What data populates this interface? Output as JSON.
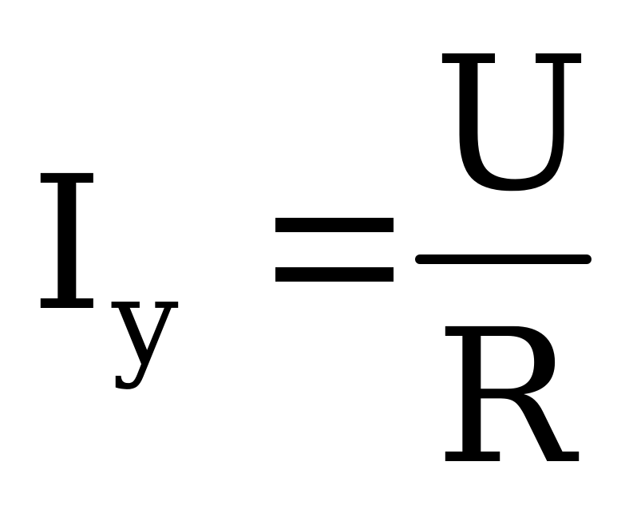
{
  "formula": {
    "lhs": {
      "symbol": "I",
      "subscript": "y"
    },
    "relation": "=",
    "rhs": {
      "numerator": "U",
      "denominator": "R"
    }
  },
  "colors": {
    "text": "#000000",
    "background": "#ffffff"
  }
}
